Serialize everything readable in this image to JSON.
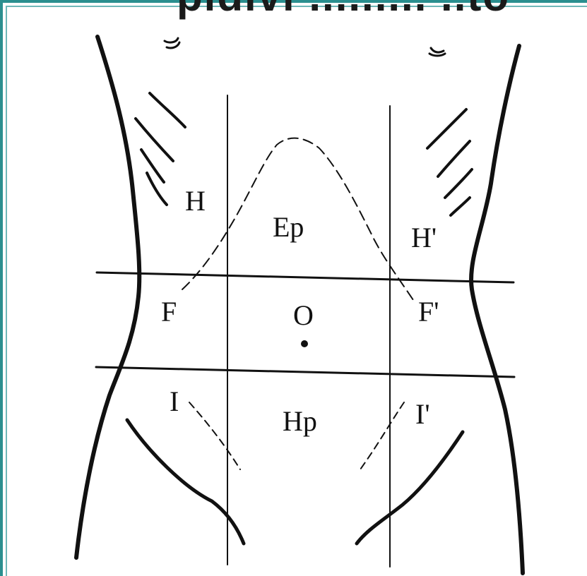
{
  "heading_fragment": "pidivi ......... ..to",
  "regions": {
    "H": "H",
    "Ep": "Ep",
    "H_prime": "H'",
    "F": "F",
    "O": "O",
    "F_prime": "F'",
    "I": "I",
    "Hp": "Hp",
    "I_prime": "I'"
  },
  "colors": {
    "frame": "#2a8f8f",
    "ink": "#111111"
  }
}
